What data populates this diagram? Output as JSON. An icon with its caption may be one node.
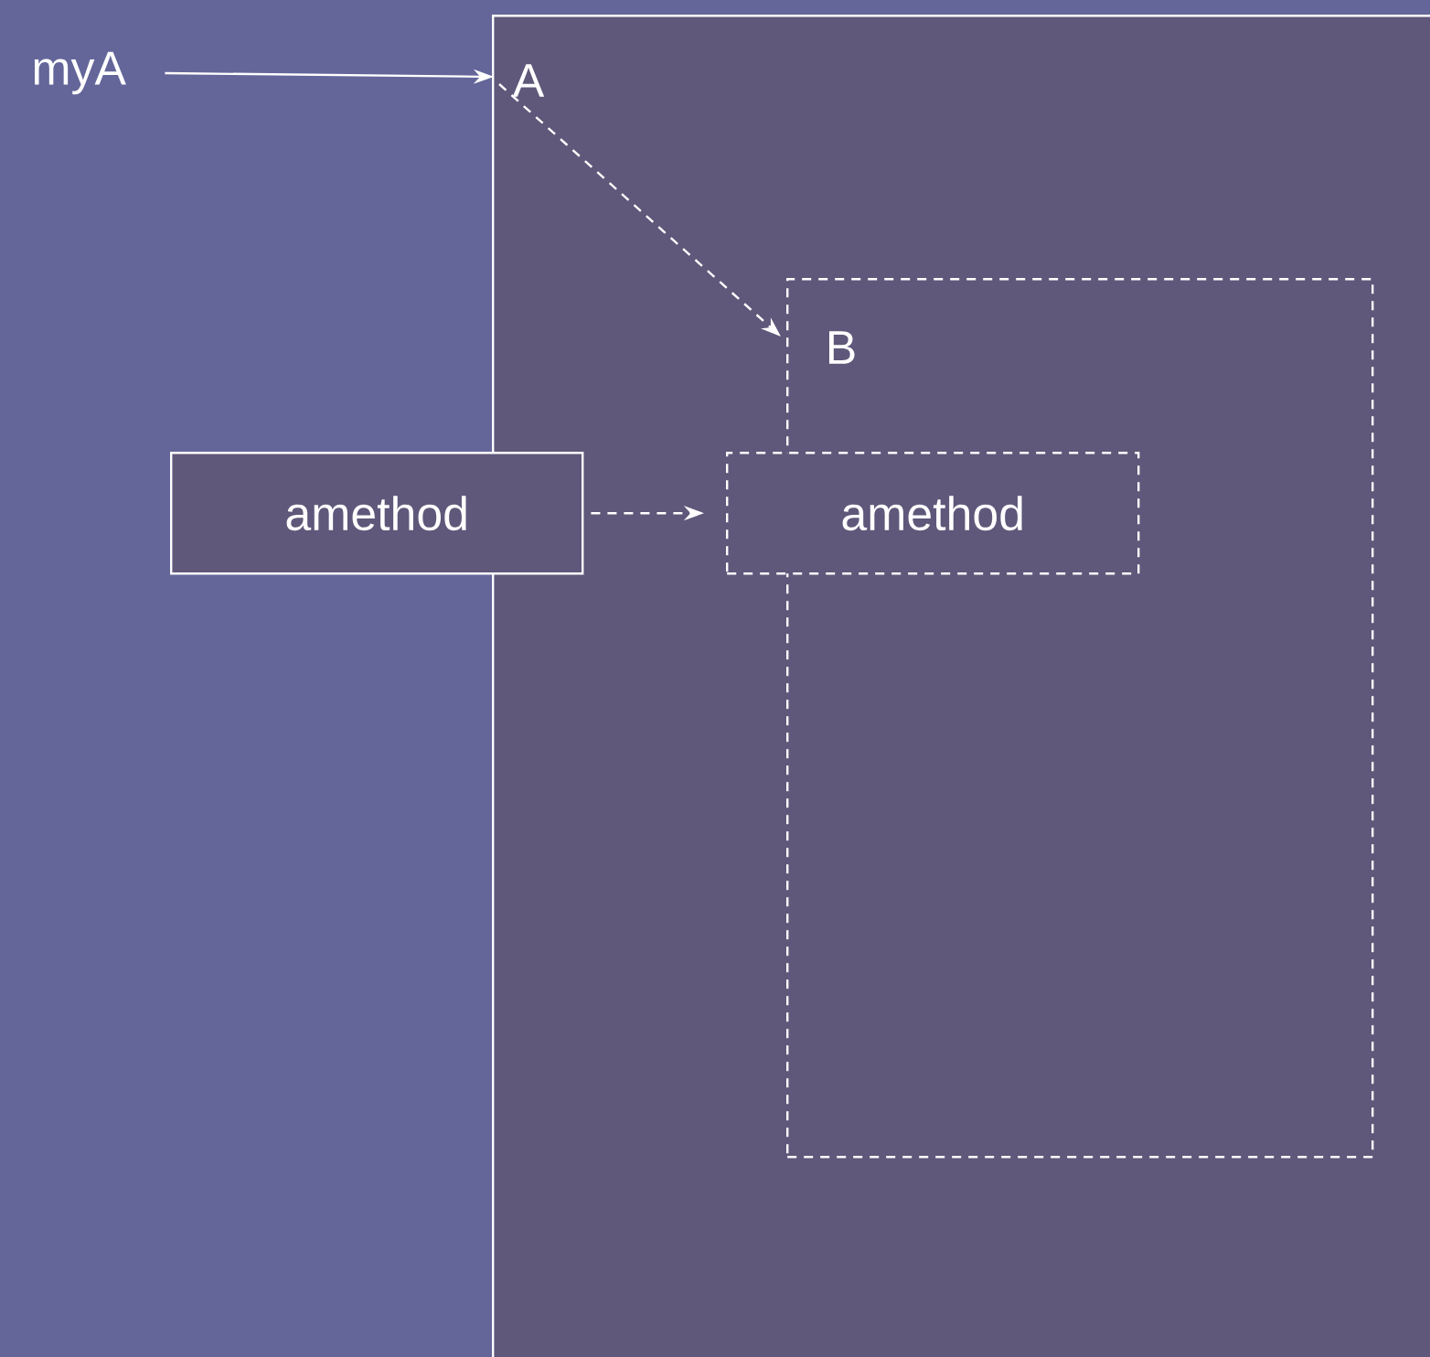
{
  "diagram": {
    "nodes": [
      {
        "text": [
          "myA"
        ]
      },
      {
        "text": [
          "A"
        ]
      },
      {
        "text": [
          "B"
        ],
        "in": 1
      },
      {
        "text": [
          "amethod"
        ]
      },
      {
        "text": [
          "amethod"
        ],
        "in": 1
      }
    ],
    "edges": [
      {
        "from": 0,
        "to": 1,
        "arrow": "to"
      },
      {
        "from": 1,
        "to": 2,
        "arrow": "to",
        "style": "dashed"
      },
      {
        "from": 3,
        "to": 4,
        "arrow": "to",
        "style": "dashed"
      }
    ]
  }
}
